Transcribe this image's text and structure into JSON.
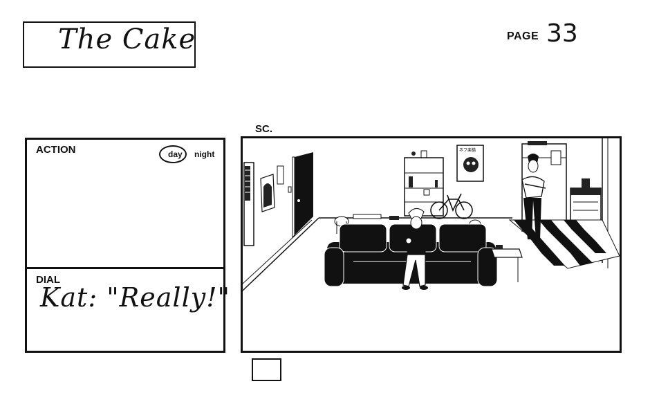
{
  "header": {
    "title": "The Cake",
    "page_label": "PAGE",
    "page_number": "33"
  },
  "panel": {
    "scene_label": "SC.",
    "action_label": "ACTION",
    "time_options": [
      "day",
      "night"
    ],
    "time_selected": "day",
    "dial_label": "DIAL",
    "dialogue": "Kat: \"Really!\""
  },
  "poster_text": "ネフ楽猫"
}
